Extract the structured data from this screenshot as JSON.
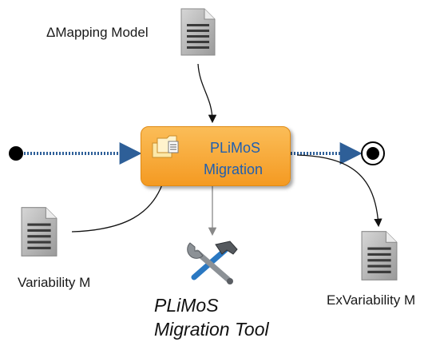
{
  "inputs": {
    "mapping_model_label": "ΔMapping Model",
    "variability_model_label": "Variability M"
  },
  "process": {
    "line1": "PLiMoS",
    "line2": "Migration"
  },
  "output": {
    "exvariability_model_label": "ExVariability M"
  },
  "tool": {
    "line1": "PLiMoS",
    "line2": "Migration Tool"
  },
  "colors": {
    "process_fill": "#f6a52c",
    "process_text": "#1f5fb0",
    "flow_dots": "#2e5f98"
  },
  "icons": {
    "document": "document-icon",
    "tool": "wrench-hammer-icon",
    "process": "folders-icon"
  }
}
